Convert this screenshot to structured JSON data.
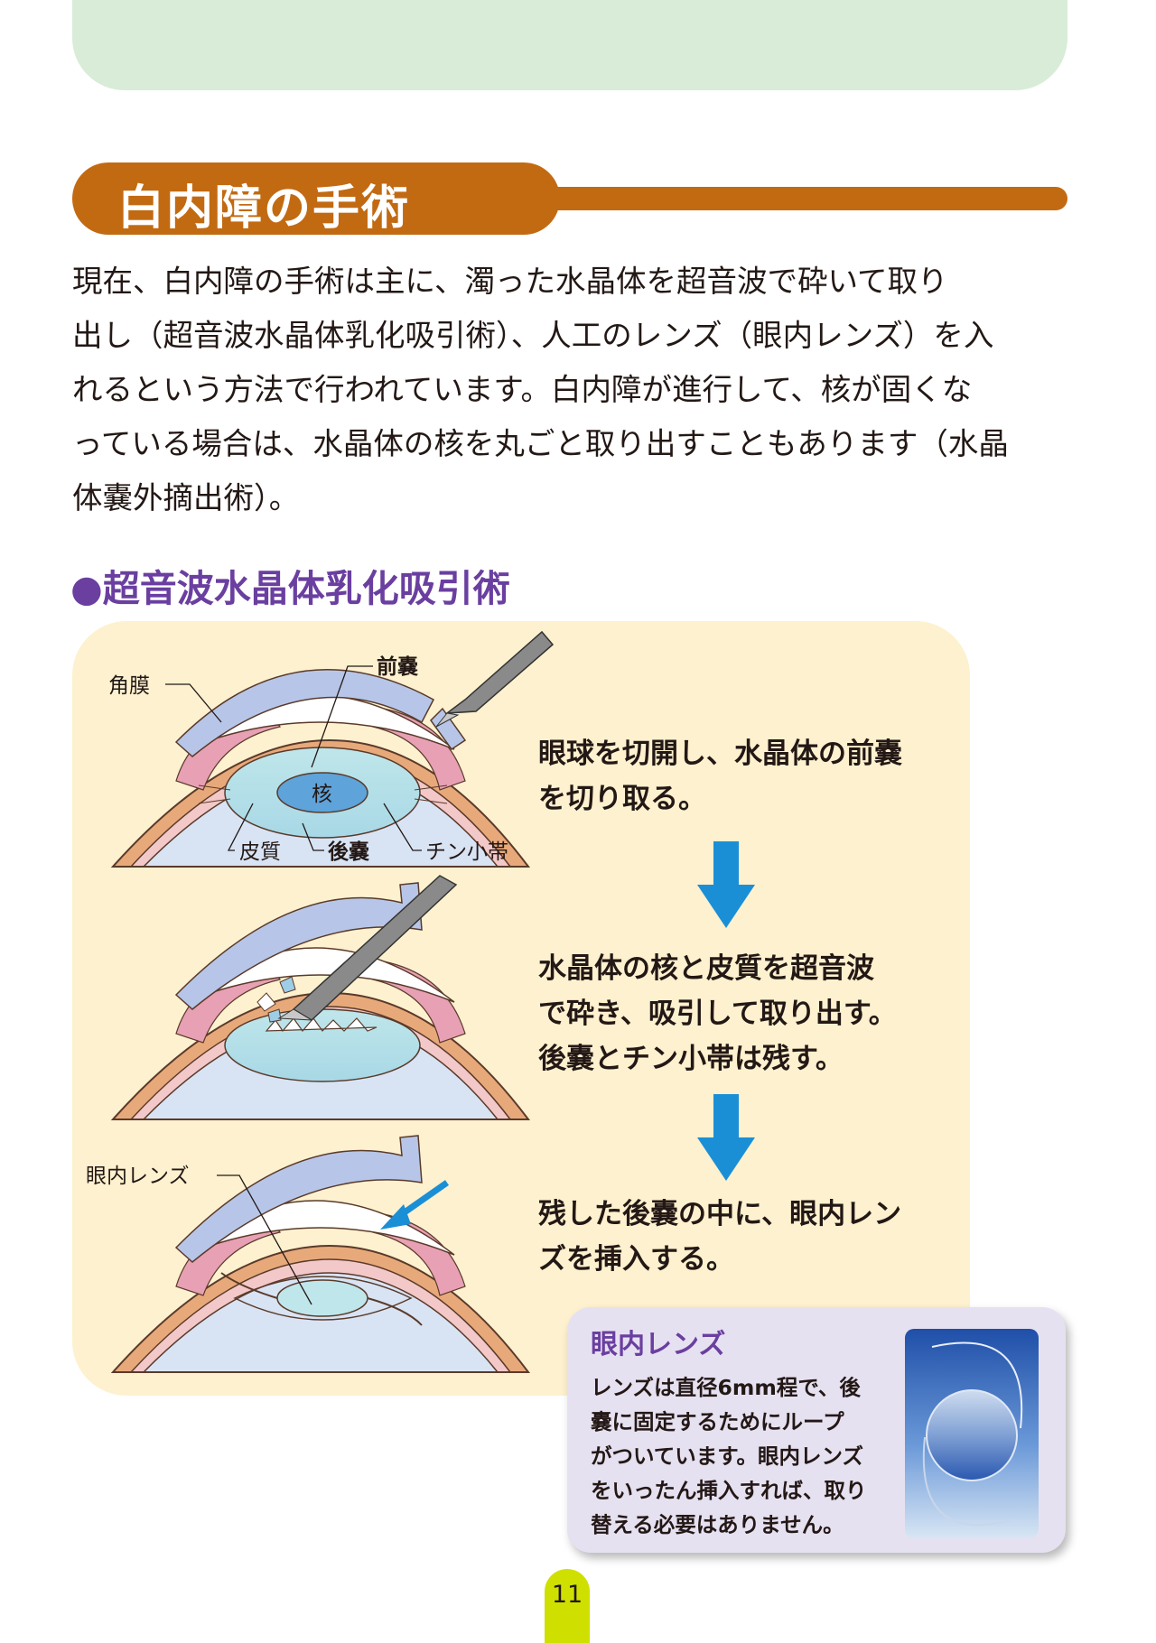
{
  "section": {
    "title": "白内障の手術"
  },
  "intro": {
    "lines": [
      "現在、白内障の手術は主に、濁った水晶体を超音波で砕いて取り",
      "出し（超音波水晶体乳化吸引術）、人工のレンズ（眼内レンズ）を入",
      "れるという方法で行われています。白内障が進行して、核が固くな",
      "っている場合は、水晶体の核を丸ごと取り出すこともあります（水晶",
      "体嚢外摘出術）。"
    ]
  },
  "subsection": {
    "bullet": "●",
    "title": "超音波水晶体乳化吸引術"
  },
  "diagram_labels": {
    "cornea": "角膜",
    "anterior_capsule": "前嚢",
    "nucleus": "核",
    "cortex": "皮質",
    "posterior_capsule": "後嚢",
    "zonule": "チン小帯",
    "iol": "眼内レンズ"
  },
  "steps": [
    {
      "lines": [
        "眼球を切開し、水晶体の前嚢",
        "を切り取る。"
      ]
    },
    {
      "lines": [
        "水晶体の核と皮質を超音波",
        "で砕き、吸引して取り出す。",
        "後嚢とチン小帯は残す。"
      ]
    },
    {
      "lines": [
        "残した後嚢の中に、眼内レン",
        "ズを挿入する。"
      ]
    }
  ],
  "lens_info": {
    "title": "眼内レンズ",
    "lines": [
      "レンズは直径6mm程で、後",
      "嚢に固定するためにループ",
      "がついています。眼内レンズ",
      "をいったん挿入すれば、取り",
      "替える必要はありません。"
    ]
  },
  "page_number": "11",
  "colors": {
    "heading_brown": "#c26a12",
    "subheading_purple": "#6a3fa0",
    "arrow_blue": "#1b8fd6",
    "panel_cream": "#fdf1cf",
    "banner_green": "#d8ecd8",
    "page_tab": "#cfe000"
  }
}
